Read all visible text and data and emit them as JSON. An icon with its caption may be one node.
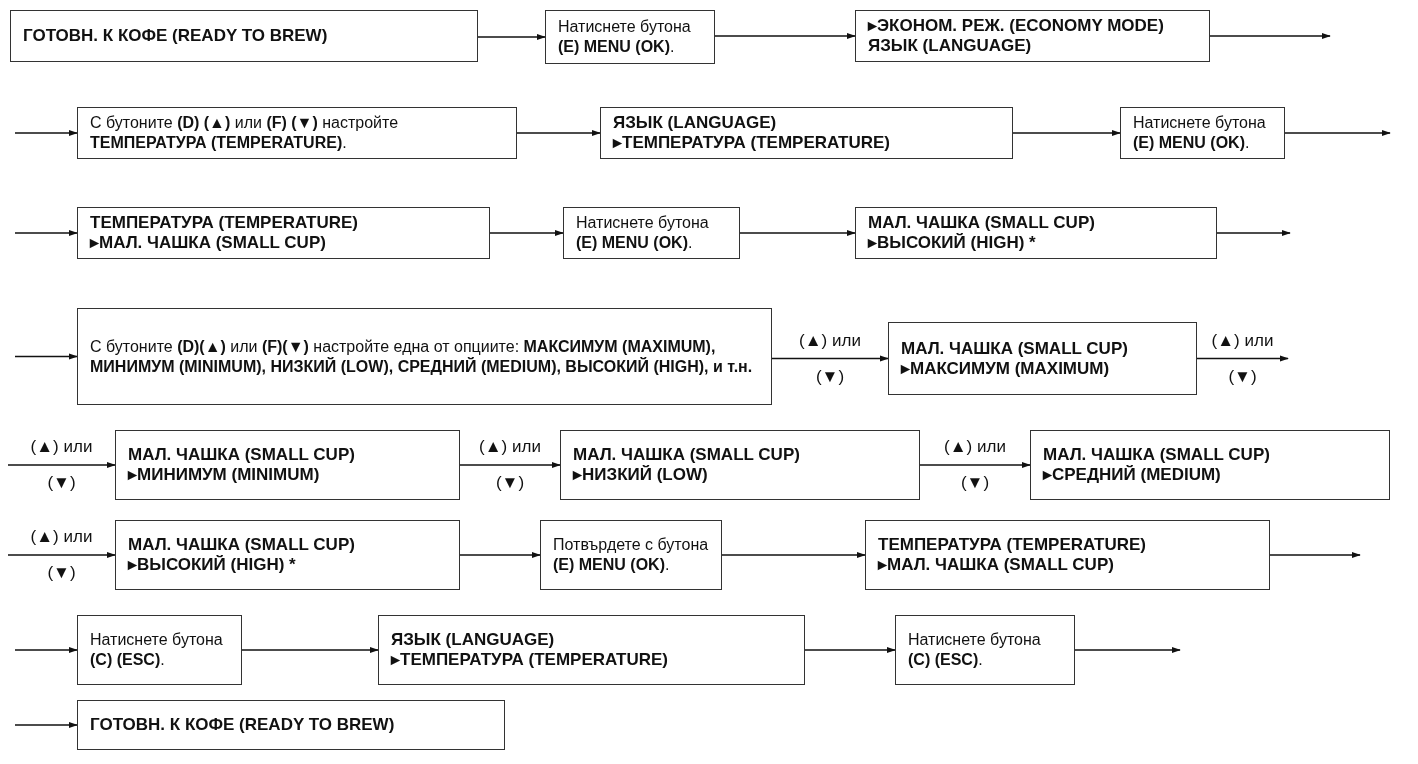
{
  "diagram": {
    "nodes": [
      {
        "text": [
          "ГОТОВН. К КОФЕ (READY TO BREW)"
        ]
      },
      {
        "text": [
          "Натиснете бутона **(E) MENU (OK)**."
        ]
      },
      {
        "text": [
          "▸ЭКОНОМ. РЕЖ. (ECONOMY MODE)",
          "ЯЗЫК (LANGUAGE)"
        ]
      },
      {
        "text": [
          "С бутоните **(D) (▲)** или **(F) (▼)** настройте **ТЕМПЕРАТУРА (TEMPERATURE)**."
        ]
      },
      {
        "text": [
          "ЯЗЫК (LANGUAGE)",
          "▸ТЕМПЕРАТУРА (TEMPERATURE)"
        ]
      },
      {
        "text": [
          "Натиснете бутона **(E) MENU (OK)**."
        ]
      },
      {
        "text": [
          "ТЕМПЕРАТУРА (TEMPERATURE)",
          "▸МАЛ. ЧАШКА (SMALL CUP)"
        ]
      },
      {
        "text": [
          "Натиснете бутона **(E) MENU (OK)**."
        ]
      },
      {
        "text": [
          "МАЛ. ЧАШКА (SMALL CUP)",
          "▸ВЫСОКИЙ (HIGH) *"
        ]
      },
      {
        "text": [
          "С бутоните **(D)(▲)** или **(F)(▼)** настройте една от опциите: **МАКСИМУМ (MAXIMUM), МИНИМУМ (MINIMUM), НИЗКИЙ (LOW), СРЕДНИЙ (MEDIUM), ВЫСОКИЙ (HIGH), и т.н.**"
        ]
      },
      {
        "text": [
          "МАЛ. ЧАШКА (SMALL CUP)",
          "▸МАКСИМУМ (MAXIMUM)"
        ]
      },
      {
        "text": [
          "МАЛ. ЧАШКА (SMALL CUP)",
          "▸МИНИМУМ (MINIMUM)"
        ]
      },
      {
        "text": [
          "МАЛ. ЧАШКА (SMALL CUP)",
          "▸НИЗКИЙ (LOW)"
        ]
      },
      {
        "text": [
          "МАЛ. ЧАШКА (SMALL CUP)",
          "▸СРЕДНИЙ (MEDIUM)"
        ]
      },
      {
        "text": [
          "МАЛ. ЧАШКА (SMALL CUP)",
          "▸ВЫСОКИЙ (HIGH) *"
        ]
      },
      {
        "text": [
          "Потвърдете с бутона **(E) MENU (OK)**."
        ]
      },
      {
        "text": [
          "ТЕМПЕРАТУРА (TEMPERATURE)",
          "▸МАЛ. ЧАШКА (SMALL CUP)"
        ]
      },
      {
        "text": [
          "Натиснете бутона **(C) (ESC)**."
        ]
      },
      {
        "text": [
          "ЯЗЫК (LANGUAGE)",
          "▸ТЕМПЕРАТУРА (TEMPERATURE)"
        ]
      },
      {
        "text": [
          "Натиснете бутона **(C) (ESC)**."
        ]
      },
      {
        "text": [
          "ГОТОВН. К КОФЕ (READY TO BREW)"
        ]
      }
    ],
    "edges": [
      {
        "from": 0,
        "to": 1,
        "arrow": "to"
      },
      {
        "from": 1,
        "to": 2,
        "arrow": "to"
      },
      {
        "from": 2,
        "to": null,
        "arrow": "to"
      },
      {
        "from": null,
        "to": 3,
        "arrow": "to"
      },
      {
        "from": 3,
        "to": 4,
        "arrow": "to"
      },
      {
        "from": 4,
        "to": 5,
        "arrow": "to"
      },
      {
        "from": 5,
        "to": null,
        "arrow": "to"
      },
      {
        "from": null,
        "to": 6,
        "arrow": "to"
      },
      {
        "from": 6,
        "to": 7,
        "arrow": "to"
      },
      {
        "from": 7,
        "to": 8,
        "arrow": "to"
      },
      {
        "from": 8,
        "to": null,
        "arrow": "to"
      },
      {
        "from": null,
        "to": 9,
        "arrow": "to"
      },
      {
        "from": 9,
        "to": 10,
        "arrow": "to",
        "label": "(▲) или (▼)"
      },
      {
        "from": 10,
        "to": null,
        "arrow": "to",
        "label": "(▲) или (▼)"
      },
      {
        "from": null,
        "to": 11,
        "arrow": "to",
        "label": "(▲) или (▼)"
      },
      {
        "from": 11,
        "to": 12,
        "arrow": "to",
        "label": "(▲) или (▼)"
      },
      {
        "from": 12,
        "to": 13,
        "arrow": "to",
        "label": "(▲) или (▼)"
      },
      {
        "from": null,
        "to": 14,
        "arrow": "to",
        "label": "(▲) или (▼)"
      },
      {
        "from": 14,
        "to": 15,
        "arrow": "to"
      },
      {
        "from": 15,
        "to": 16,
        "arrow": "to"
      },
      {
        "from": 16,
        "to": null,
        "arrow": "to"
      },
      {
        "from": null,
        "to": 17,
        "arrow": "to"
      },
      {
        "from": 17,
        "to": 18,
        "arrow": "to"
      },
      {
        "from": 18,
        "to": 19,
        "arrow": "to"
      },
      {
        "from": 19,
        "to": null,
        "arrow": "to"
      },
      {
        "from": null,
        "to": 20,
        "arrow": "to"
      }
    ]
  }
}
